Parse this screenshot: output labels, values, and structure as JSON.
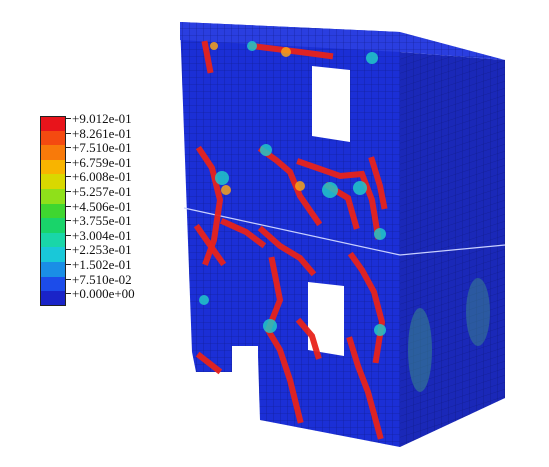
{
  "legend": {
    "labels": [
      "+9.012e-01",
      "+8.261e-01",
      "+7.510e-01",
      "+6.759e-01",
      "+6.008e-01",
      "+5.257e-01",
      "+4.506e-01",
      "+3.755e-01",
      "+3.004e-01",
      "+2.253e-01",
      "+1.502e-01",
      "+7.510e-02",
      "+0.000e+00"
    ],
    "colors": [
      "#e8141b",
      "#f44a10",
      "#f87a0a",
      "#f8b400",
      "#d9d800",
      "#8fe01a",
      "#3fd630",
      "#19d46a",
      "#19d6a8",
      "#19c8d8",
      "#1a8ee6",
      "#1c4cea",
      "#1a24c8"
    ]
  },
  "colors": {
    "mesh_base": "#1b2fd6",
    "mesh_shade_right": "#1a28b8",
    "mesh_shade_top": "#2a3ee0",
    "damage_high": "#e8231a",
    "damage_mid": "#f7a21a",
    "damage_low": "#21c8c8",
    "opening": "#ffffff"
  }
}
